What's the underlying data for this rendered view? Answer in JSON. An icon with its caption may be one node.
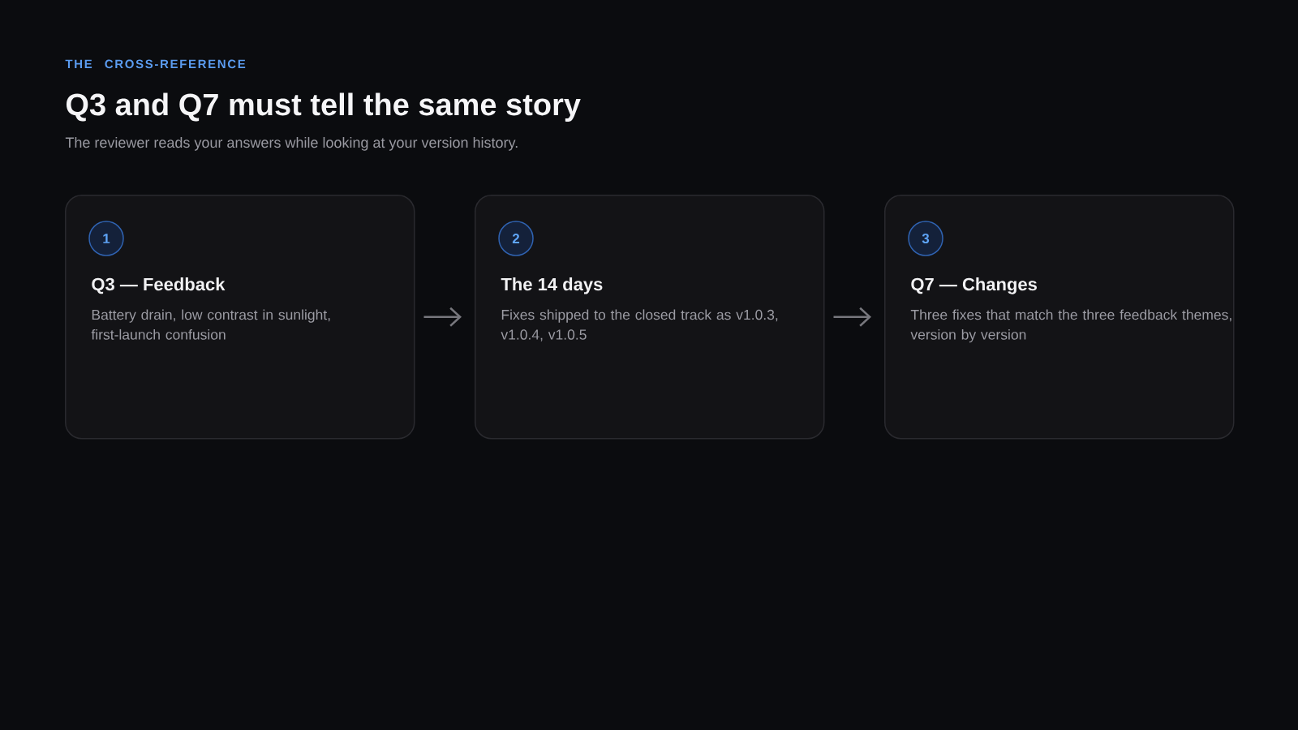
{
  "diagram": {
    "title": "Q3 and Q7 must tell the same story",
    "nodes": [
      {
        "text": [
          "Q3 — Feedback",
          "Battery drain, low contrast in sunlight, first-launch confusion"
        ]
      },
      {
        "text": [
          "1"
        ],
        "in": 0
      },
      {
        "text": [
          "The 14 days",
          "Fixes shipped to the closed track as v1.0.3, v1.0.4, v1.0.5"
        ]
      },
      {
        "text": [
          "2"
        ],
        "in": 2
      },
      {
        "text": [
          "Q7 — Changes",
          "Three fixes that match the three feedback themes, version by version"
        ]
      },
      {
        "text": [
          "3"
        ],
        "in": 4
      }
    ],
    "edges": [
      {
        "from": 0,
        "to": 2,
        "arrow": "to"
      },
      {
        "from": 2,
        "to": 4,
        "arrow": "to"
      }
    ],
    "labels": [
      "THE CROSS-REFERENCE",
      "The reviewer reads your answers while looking at your version history."
    ]
  }
}
